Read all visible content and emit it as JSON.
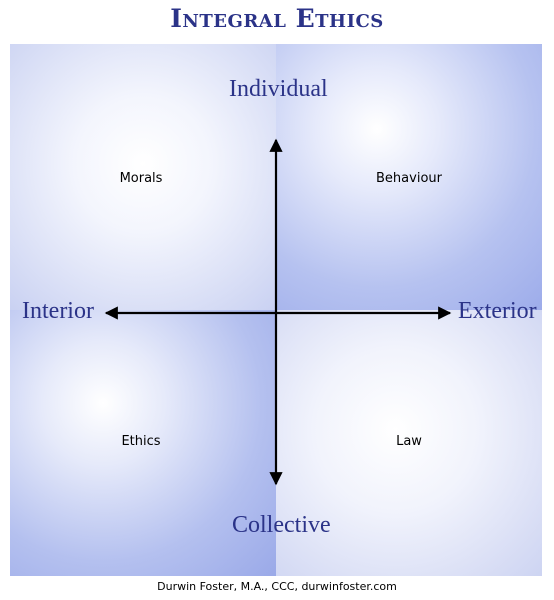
{
  "title": "Integral Ethics",
  "axes": {
    "top": "Individual",
    "bottom": "Collective",
    "left": "Interior",
    "right": "Exterior"
  },
  "quadrants": {
    "top_left": "Morals",
    "top_right": "Behaviour",
    "bottom_left": "Ethics",
    "bottom_right": "Law"
  },
  "footer": "Durwin Foster, M.A., CCC, durwinfoster.com",
  "colors": {
    "title": "#2b3388",
    "axis_label": "#2b3388",
    "arrow": "#000000"
  }
}
